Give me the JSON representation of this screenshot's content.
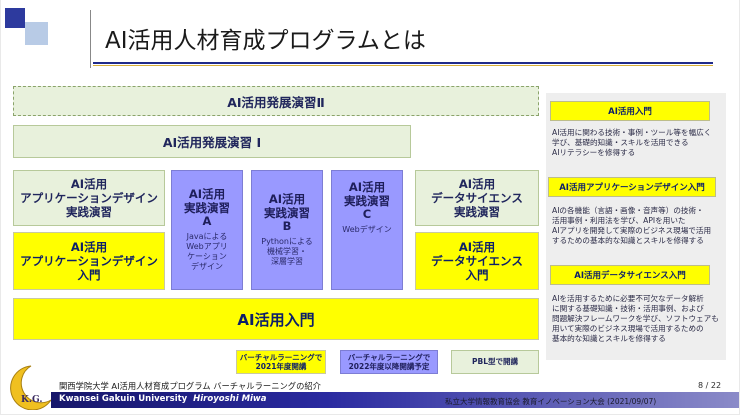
{
  "header": {
    "title": "AI活用人材育成プログラムとは"
  },
  "diagram": {
    "advanced2": "AI活用発展演習Ⅱ",
    "advanced1": "AI活用発展演習 I",
    "app_practice": "AI活用\nアプリケーションデザイン\n実践演習",
    "app_intro": "AI活用\nアプリケーションデザイン\n入門",
    "practice_a": {
      "title": "AI活用\n実践演習\nA",
      "desc": "Javaによる\nWebアプリ\nケーション\nデザイン"
    },
    "practice_b": {
      "title": "AI活用\n実践演習\nB",
      "desc": "Pythonによる\n機械学習・\n深層学習"
    },
    "practice_c": {
      "title": "AI活用\n実践演習\nC",
      "desc": "Webデザイン"
    },
    "ds_practice": "AI活用\nデータサイエンス\n実践演習",
    "ds_intro": "AI活用\nデータサイエンス\n入門",
    "ai_intro": "AI活用入門"
  },
  "legend": {
    "l1": "バーチャルラーニングで\n2021年度開講",
    "l2": "バーチャルラーニングで\n2022年度以降開講予定",
    "l3": "PBL型で開講"
  },
  "sidebar": {
    "items": [
      {
        "head": "AI活用入門",
        "desc": "AI活用に関わる技術・事例・ツール等を幅広く\n学び、基礎的知識・スキルを活用できる\nAIリテラシーを修得する"
      },
      {
        "head": "AI活用アプリケーションデザイン入門",
        "desc": "AIの各機能（言語・画像・音声等）の技術・\n活用事例・利用法を学び、APIを用いた\nAIアプリを開発して実際のビジネス現場で活用\nするための基本的な知識とスキルを修得する"
      },
      {
        "head": "AI活用データサイエンス入門",
        "desc": "AIを活用するために必要不可欠なデータ解析\nに関する基礎知識・技術・活用事例、および\n問題解決フレームワークを学び、ソフトウェアも\n用いて実際のビジネス現場で活用するための\n基本的な知識とスキルを修得する"
      }
    ]
  },
  "footer": {
    "subtitle": "関西学院大学 AI活用人材育成プログラム バーチャルラーニングの紹介",
    "university": "Kwansei Gakuin University",
    "author": "Hiroyoshi Miwa",
    "conference": "私立大学情報教育協会 教育イノベーション大会 (2021/09/07)",
    "page": "8 / 22",
    "logo_text": "K.G."
  },
  "colors": {
    "green": "#e8f1dc",
    "yellow": "#ffff00",
    "purple": "#9999ff",
    "navy": "#1c1c6e",
    "gold": "#d8a810"
  }
}
